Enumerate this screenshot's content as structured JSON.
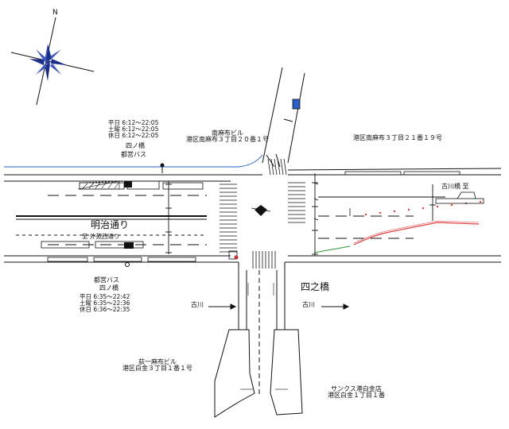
{
  "compass": {
    "north": "N"
  },
  "roads": {
    "meiji": "明治通り",
    "meiji_dest": "至 外苑西通り",
    "furukawa_west": "古川",
    "furukawa_east": "古川",
    "yonobashi": "四之橋",
    "furukawabashi": "古川橋 至"
  },
  "buildings": {
    "nw": {
      "name": "南麻布ビル",
      "address": "港区南麻布３丁目２０番１号"
    },
    "ne": {
      "address": "港区南麻布３丁目２１番１９号"
    },
    "sw": {
      "name": "荻一麻布ビル",
      "address": "港区白金３丁目１番１号"
    },
    "se": {
      "name": "サンクス港白金店",
      "address": "港区白金１丁目１番"
    }
  },
  "bus_stops": {
    "north": {
      "lines": [
        "平日 6:12～22:05",
        "土曜 6:12～22:05",
        "休日 6:12～22:05"
      ],
      "stop": "四ノ橋",
      "operator": "都営バス"
    },
    "south": {
      "operator": "都営バス",
      "stop": "四ノ橋",
      "lines": [
        "平日 6:35～22:42",
        "土曜 6:35～22:36",
        "休日 6:36～22:35"
      ]
    }
  },
  "colors": {
    "road_line": "#111111",
    "bus_route": "#2a5fc4",
    "red_route": "#e04040",
    "green_route": "#2e9a3a",
    "compass_blue": "#1a2f8a"
  }
}
